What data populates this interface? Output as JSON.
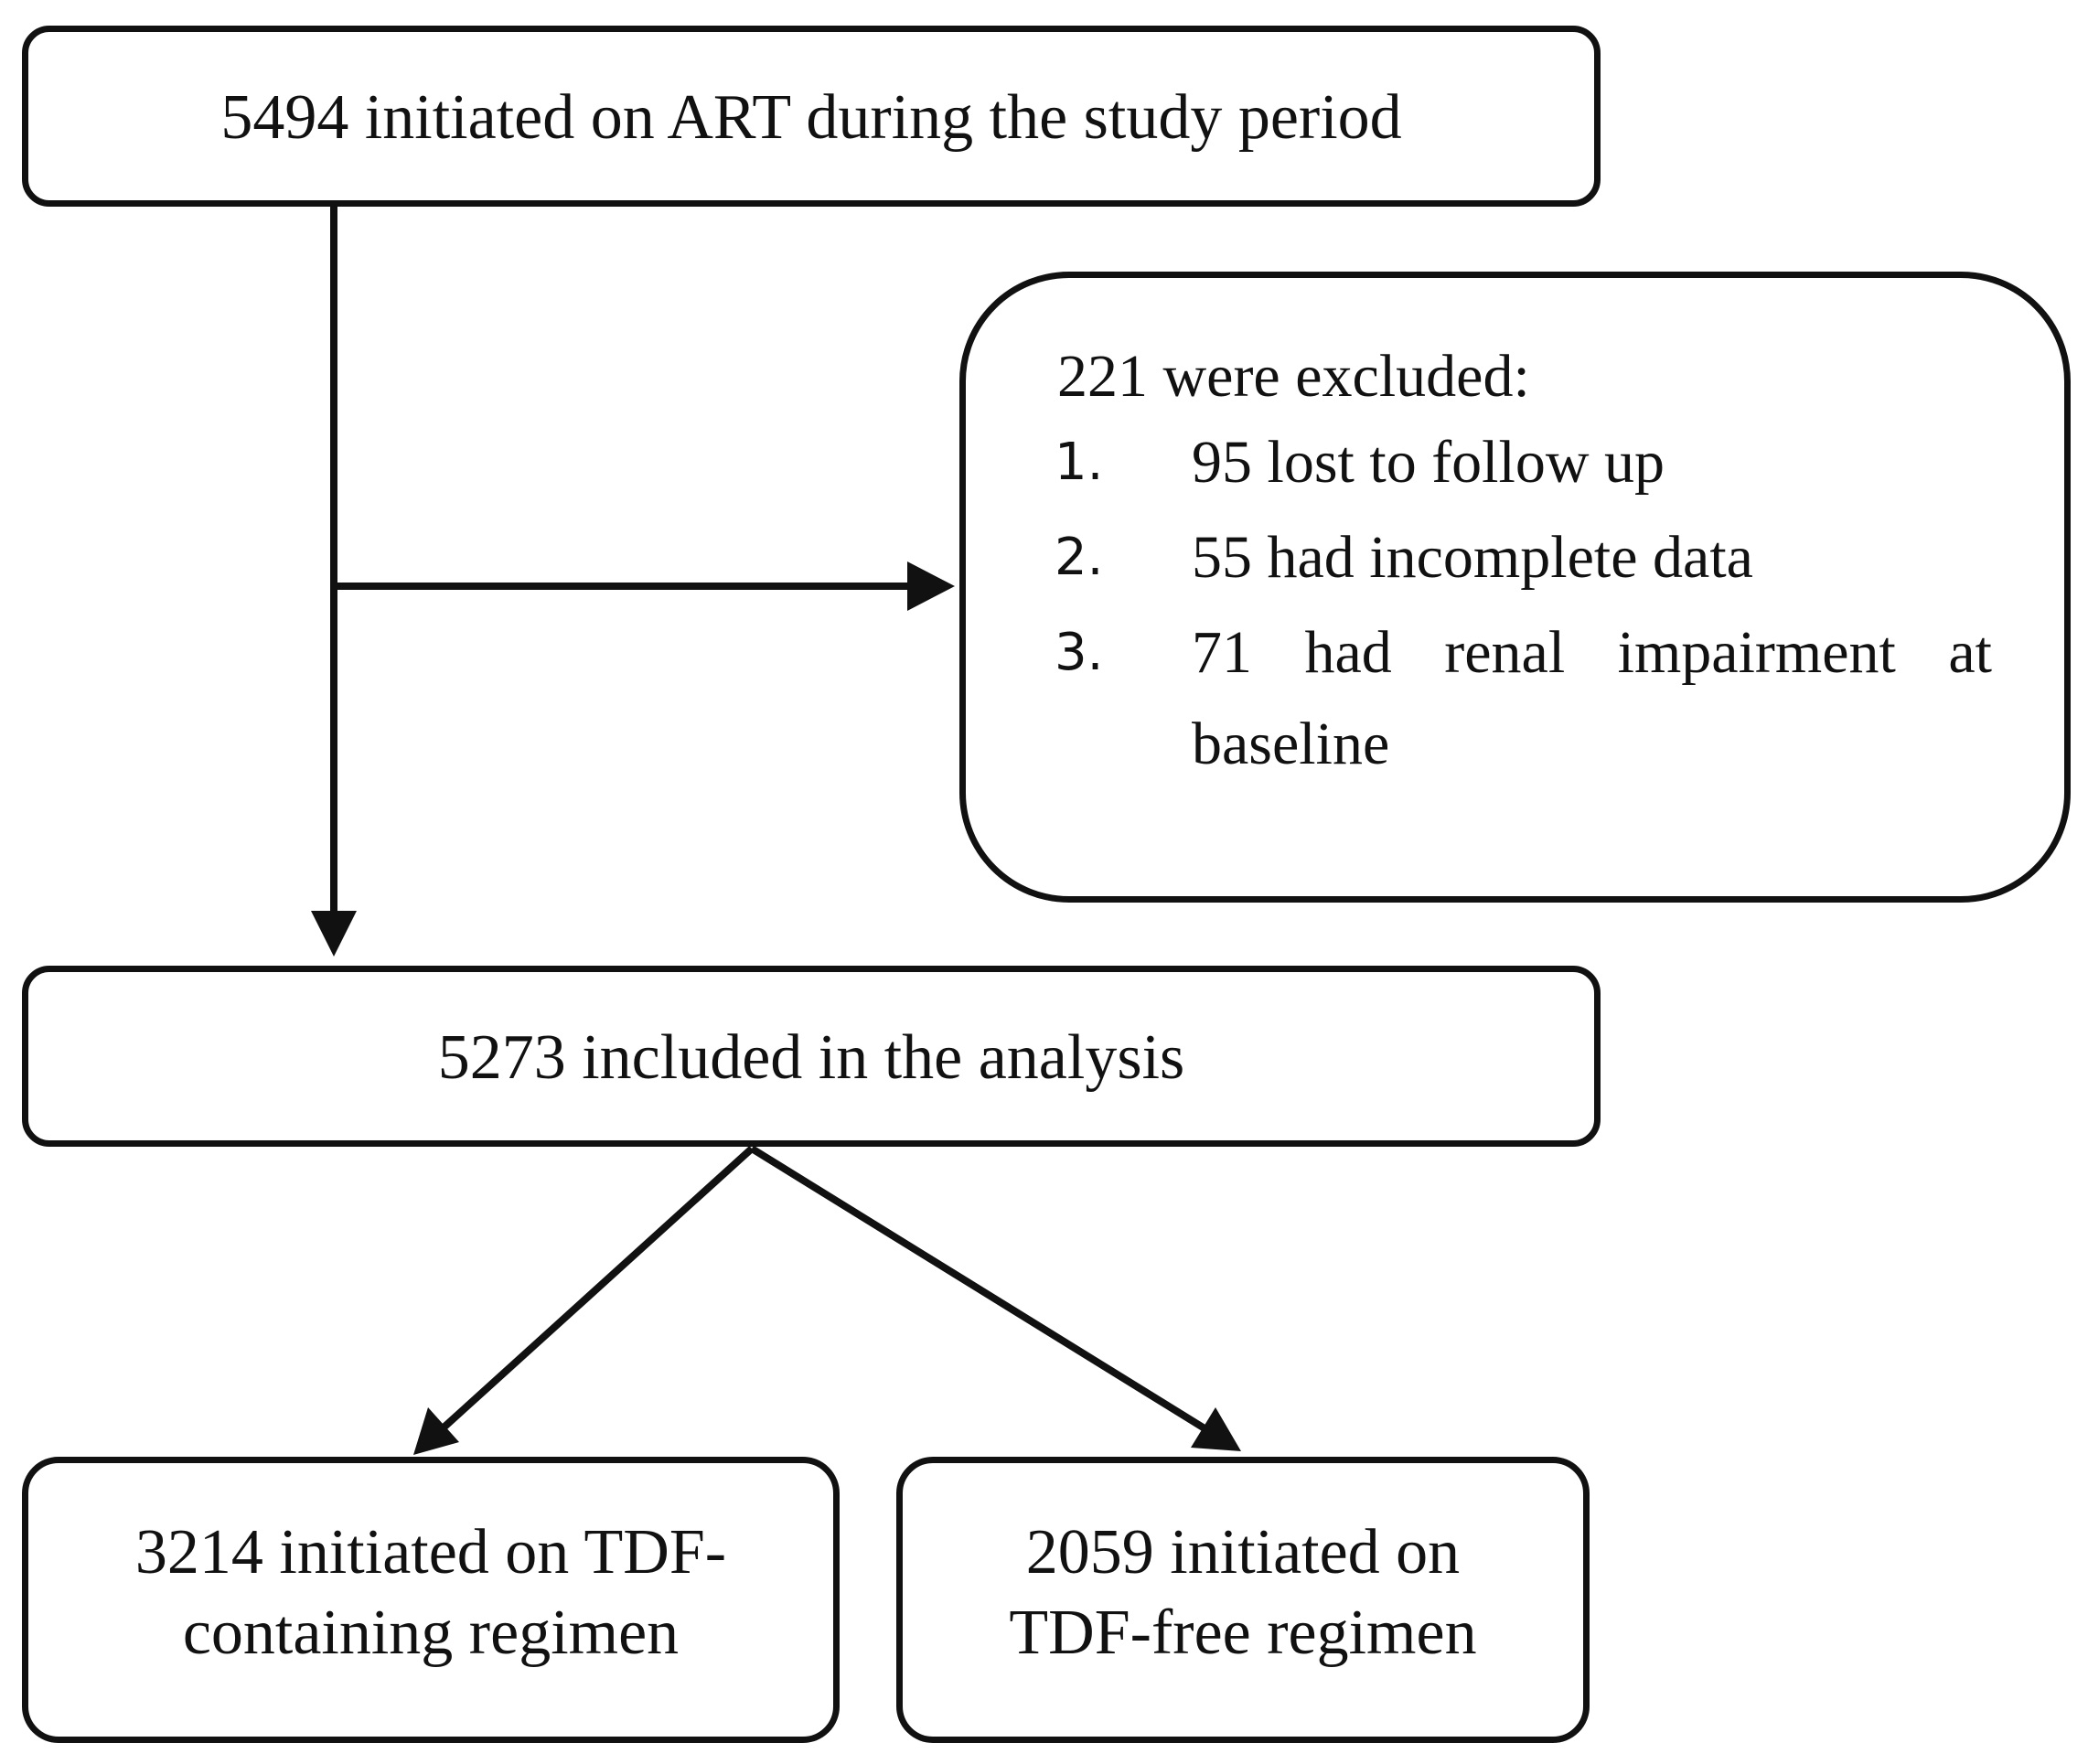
{
  "flowchart": {
    "start": {
      "text": "5494 initiated on ART during the study period"
    },
    "excluded": {
      "heading": "221 were excluded:",
      "items": [
        {
          "number": "1.",
          "text": "95 lost to follow up"
        },
        {
          "number": "2.",
          "text": "55 had incomplete data"
        },
        {
          "number": "3.",
          "text_line1": "71 had renal impairment at",
          "text_line2": "baseline"
        }
      ]
    },
    "included": {
      "text": "5273 included in the analysis"
    },
    "tdf_containing": {
      "line1": "3214 initiated on TDF-",
      "line2": "containing regimen"
    },
    "tdf_free": {
      "line1": "2059 initiated on",
      "line2": "TDF-free regimen"
    }
  },
  "colors": {
    "stroke": "#111111",
    "background": "#ffffff"
  }
}
